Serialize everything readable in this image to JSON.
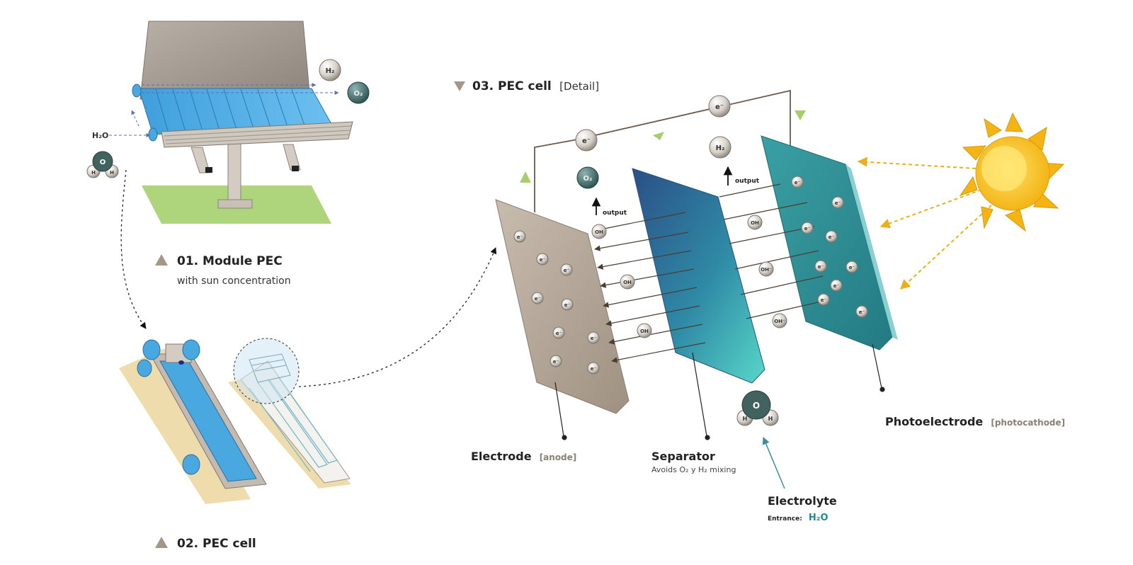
{
  "sections": {
    "module": {
      "title": "01. Module PEC",
      "subtitle": "with sun concentration"
    },
    "cell": {
      "title": "02. PEC cell"
    },
    "detail": {
      "title": "03. PEC cell",
      "bracket": "[Detail]"
    }
  },
  "module_labels": {
    "h2": "H₂",
    "o2": "O₂",
    "water_in": "H₂O",
    "h": "H",
    "o": "O"
  },
  "labels": {
    "electrode": {
      "name": "Electrode",
      "bracket": "[anode]"
    },
    "separator": {
      "name": "Separator",
      "note": "Avoids O₂ y H₂ mixing"
    },
    "photoelectrode": {
      "name": "Photoelectrode",
      "bracket": "[photocathode]"
    },
    "electrolyte": {
      "name": "Electrolyte",
      "entrance_label": "Entrance:",
      "entrance_value": "H₂O"
    }
  },
  "detail_labels": {
    "electron": "e⁻",
    "o2": "O₂",
    "h2": "H₂",
    "output": "output",
    "oh": "OH",
    "oh_minus": "OH⁻",
    "h": "H",
    "o": "O"
  },
  "colors": {
    "anode": "#b0a394",
    "separator_top": "#2c5d8a",
    "separator_bottom": "#48c9c0",
    "photocathode": "#2f8e95",
    "sun": "#f5b414",
    "arrow_sun": "#e9b01c",
    "accent_green": "#a6cf6b",
    "electrolyte_value": "#1f8a92",
    "panel_blue": "#4aa8e0"
  }
}
